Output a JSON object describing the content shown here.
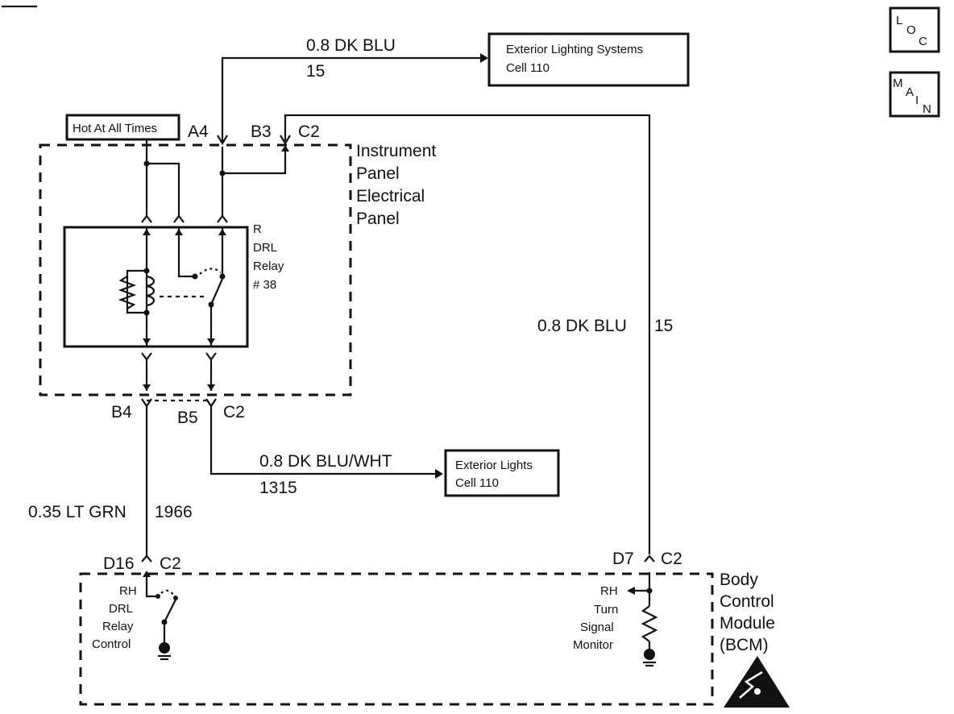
{
  "nav": {
    "loc_letters": [
      "L",
      "O",
      "C"
    ],
    "main_letters": [
      "M",
      "A",
      "I",
      "N"
    ]
  },
  "top_wire": {
    "gauge_color": "0.8 DK BLU",
    "circuit": "15"
  },
  "exterior_lighting_box": {
    "line1": "Exterior Lighting Systems",
    "line2": "Cell 110"
  },
  "hot_box": {
    "label": "Hot At All Times"
  },
  "connectors": {
    "a4": "A4",
    "b3": "B3",
    "c2_top": "C2",
    "b4": "B4",
    "b5": "B5",
    "c2_mid": "C2",
    "d16": "D16",
    "c2_left": "C2",
    "d7": "D7",
    "c2_right": "C2"
  },
  "ip_panel": {
    "lines": [
      "Instrument",
      "Panel",
      "Electrical",
      "Panel"
    ]
  },
  "relay": {
    "lines": [
      "R",
      "DRL",
      "Relay",
      "# 38"
    ]
  },
  "right_wire": {
    "gauge_color": "0.8 DK BLU",
    "circuit": "15"
  },
  "mid_wire": {
    "gauge_color": "0.8 DK BLU/WHT",
    "circuit": "1315"
  },
  "exterior_lights_box": {
    "line1": "Exterior Lights",
    "line2": "Cell 110"
  },
  "left_wire": {
    "gauge_color": "0.35 LT GRN",
    "circuit": "1966"
  },
  "bcm": {
    "lines": [
      "Body",
      "Control",
      "Module",
      "(BCM)"
    ],
    "rh_drl": [
      "RH",
      "DRL",
      "Relay",
      "Control"
    ],
    "rh_turn": [
      "RH",
      "Turn",
      "Signal",
      "Monitor"
    ]
  }
}
